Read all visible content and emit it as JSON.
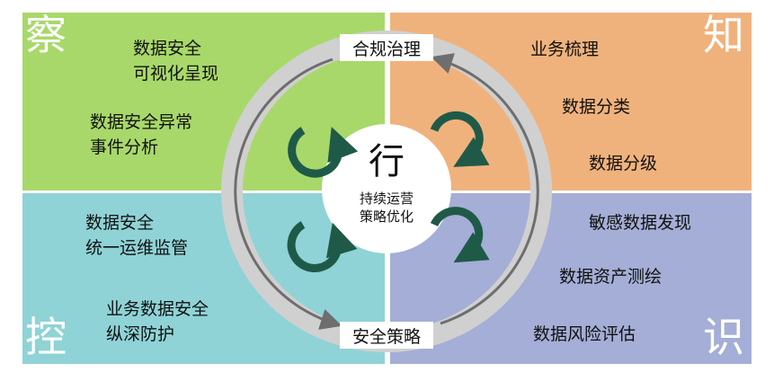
{
  "quadrants": {
    "top_left": {
      "corner": "察",
      "items": [
        [
          "数据安全",
          "可视化呈现"
        ],
        [
          "数据安全异常",
          "事件分析"
        ]
      ],
      "color": "#a8d86a"
    },
    "top_right": {
      "corner": "知",
      "items": [
        "业务梳理",
        "数据分类",
        "数据分级"
      ],
      "color": "#f0b27c"
    },
    "bottom_left": {
      "corner": "控",
      "items": [
        [
          "数据安全",
          "统一运维监管"
        ],
        [
          "业务数据安全",
          "纵深防护"
        ]
      ],
      "color": "#8fd3d6"
    },
    "bottom_right": {
      "corner": "识",
      "items": [
        "敏感数据发现",
        "数据资产测绘",
        "数据风险评估"
      ],
      "color": "#a4aed6"
    }
  },
  "ring": {
    "top_label": "合规治理",
    "bottom_label": "安全策略"
  },
  "center": {
    "title": "行",
    "line1": "持续运营",
    "line2": "策略优化"
  },
  "colors": {
    "ring": "#d0d0d0",
    "arrow_dark": "#6e6e6e",
    "cycle_arrow": "#1f5a48"
  },
  "icons": [
    "cycle-arrow-icon"
  ]
}
